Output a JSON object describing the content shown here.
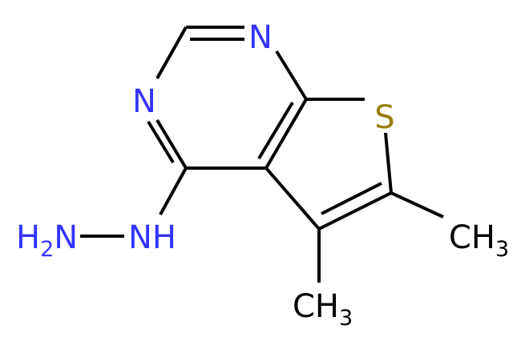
{
  "colors": {
    "background": "#ffffff",
    "carbon_bond": "#000000",
    "nitrogen": "#3333ff",
    "sulfur": "#9a7d0a"
  },
  "atoms": {
    "n_top": "N",
    "n_left": "N",
    "s_ring": "S",
    "nh": "NH",
    "h2n": {
      "element": "H",
      "subscript": "2",
      "symbol": "N"
    },
    "methyl_right": {
      "symbol": "CH",
      "subscript": "3"
    },
    "methyl_bottom": {
      "symbol": "CH",
      "subscript": "3"
    }
  }
}
